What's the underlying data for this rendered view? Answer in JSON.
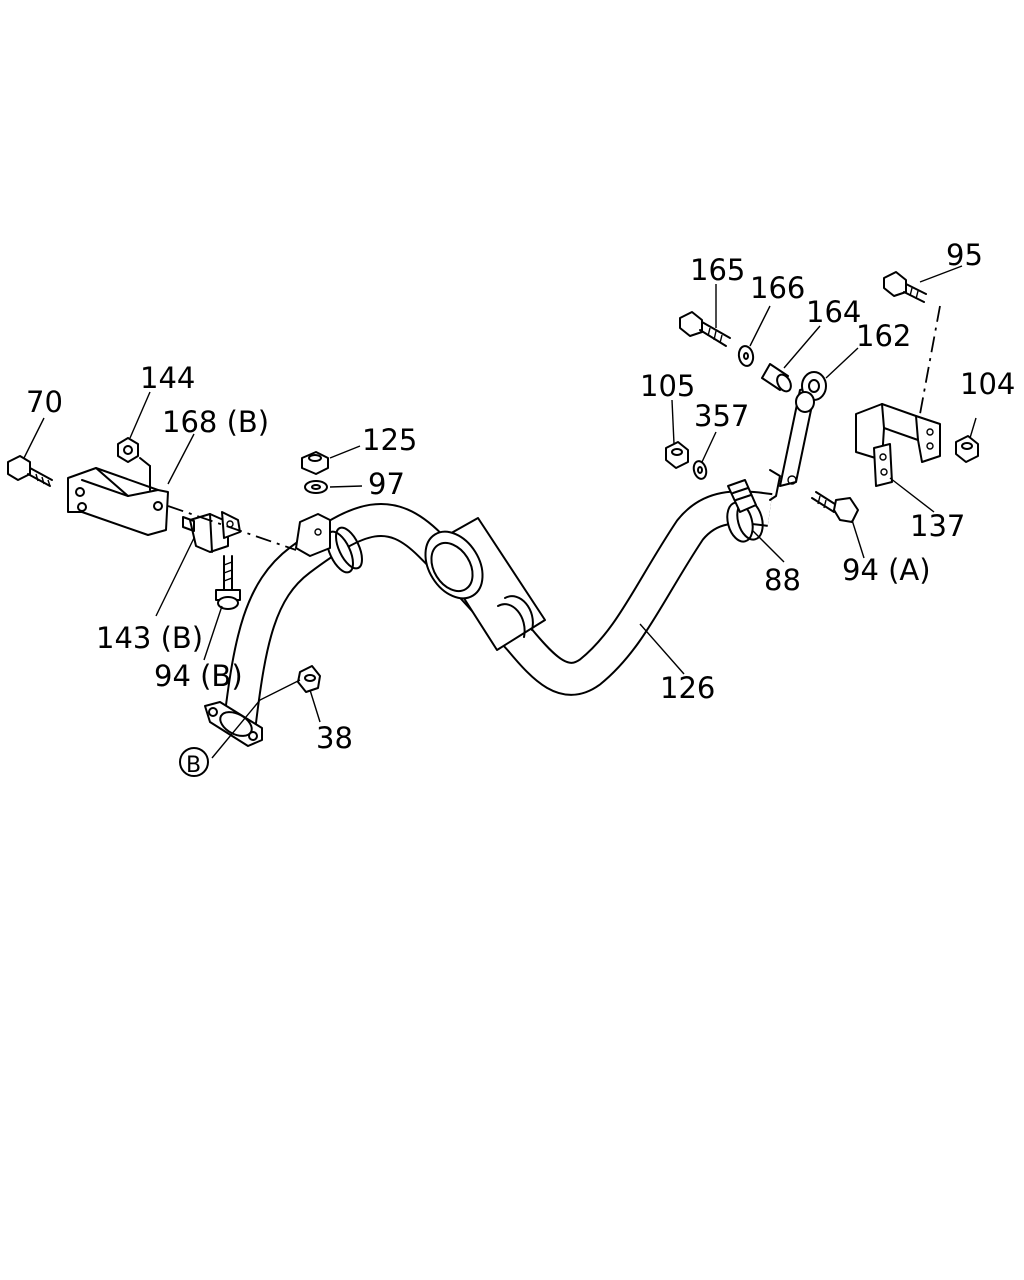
{
  "diagram": {
    "callouts": {
      "c70": "70",
      "c144": "144",
      "c168b": "168 (B)",
      "c143b": "143 (B)",
      "c94b": "94 (B)",
      "c125": "125",
      "c97": "97",
      "c38": "38",
      "cB": "B",
      "c165": "165",
      "c166": "166",
      "c164": "164",
      "c162": "162",
      "c95": "95",
      "c105": "105",
      "c357": "357",
      "c104": "104",
      "c137": "137",
      "c88": "88",
      "c94a": "94 (A)",
      "c126": "126"
    }
  }
}
